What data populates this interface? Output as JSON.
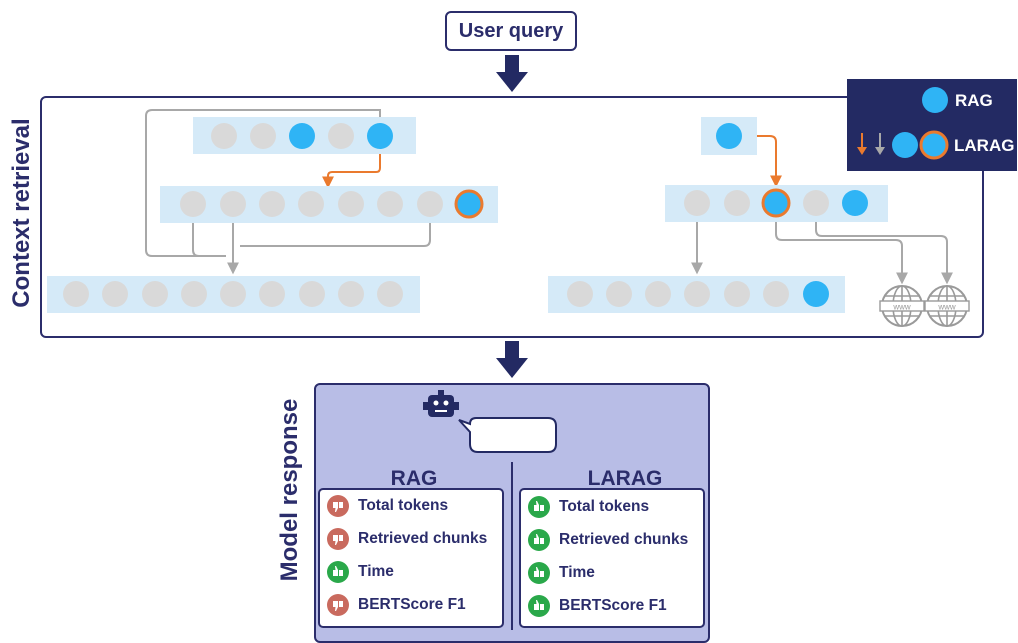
{
  "user_query": "User query",
  "context_label": "Context retrieval",
  "model_label": "Model response",
  "legend": {
    "rag": "RAG",
    "larag": "LARAG"
  },
  "colors": {
    "navy": "#2b2d6b",
    "blue_node": "#2fb4f5",
    "gray_node": "#d9d9d9",
    "row_fill": "#d5eaf8",
    "orange": "#ea7a2e",
    "gray_arrow": "#a8a8a8",
    "thumb_down": "#c96a5e",
    "thumb_up": "#2aa84a",
    "panel_fill": "#b8bde6",
    "legend_fill": "#232a63"
  },
  "icons": [
    "robot-icon",
    "speech-bubble-icon",
    "thumbs-up-icon",
    "thumbs-down-icon",
    "web-globe-icon"
  ],
  "rag": {
    "title": "RAG",
    "metrics": [
      {
        "label": "Total tokens",
        "status": "thumbs-down"
      },
      {
        "label": "Retrieved chunks",
        "status": "thumbs-down"
      },
      {
        "label": "Time",
        "status": "thumbs-up"
      },
      {
        "label": "BERTScore F1",
        "status": "thumbs-down"
      }
    ]
  },
  "larag": {
    "title": "LARAG",
    "metrics": [
      {
        "label": "Total tokens",
        "status": "thumbs-up"
      },
      {
        "label": "Retrieved chunks",
        "status": "thumbs-up"
      },
      {
        "label": "Time",
        "status": "thumbs-up"
      },
      {
        "label": "BERTScore F1",
        "status": "thumbs-up"
      }
    ]
  }
}
